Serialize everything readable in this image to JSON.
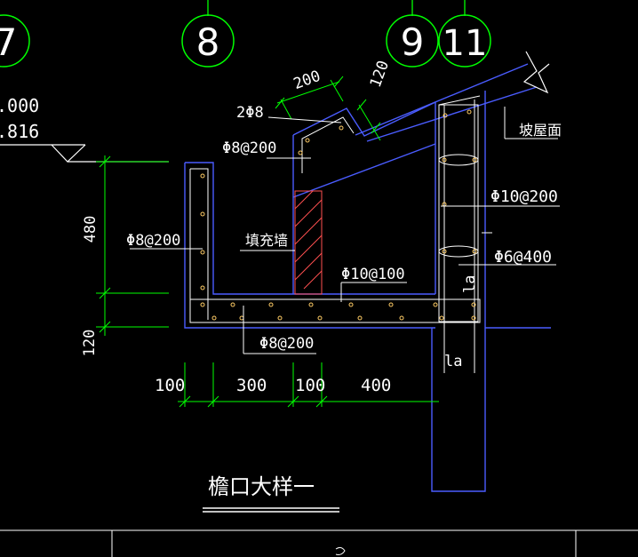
{
  "axes": [
    "7",
    "8",
    "9",
    "11"
  ],
  "elevation": {
    "top": ".000",
    "bottom": ".816"
  },
  "dimensions": {
    "top_200": "200",
    "slant": "120",
    "h480": "480",
    "h120": "120",
    "b100a": "100",
    "b300": "300",
    "b100b": "100",
    "b400": "400"
  },
  "rebar": {
    "two_phi8": "2Φ8",
    "phi8_200_top": "Φ8@200",
    "phi8_200_left": "Φ8@200",
    "phi8_200_bottom": "Φ8@200",
    "phi10_100": "Φ10@100",
    "phi10_200": "Φ10@200",
    "phi6_400": "Φ6@400",
    "la1": "la",
    "la2": "la"
  },
  "labels": {
    "infill_wall": "填充墙",
    "sloped_roof": "坡屋面",
    "detail_title": "檐口大样一"
  },
  "colors": {
    "background": "#000000",
    "concrete_outline": "#4a5cff",
    "dimension": "#00ff00",
    "rebar": "#ffffff",
    "hatch": "#ff5050",
    "axis_circle": "#00ff00"
  }
}
